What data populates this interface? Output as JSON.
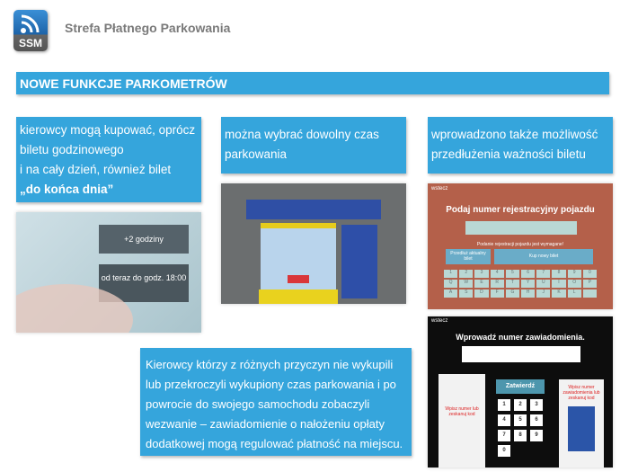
{
  "header": {
    "logo_text": "SSM",
    "title": "Strefa Płatnego Parkowania"
  },
  "section_title": "NOWE FUNKCJE PARKOMETRÓW",
  "boxes": [
    {
      "lines": [
        "kierowcy mogą kupować, oprócz",
        "biletu godzinowego",
        "i na cały dzień, również bilet"
      ],
      "bold": "„do końca dnia”"
    },
    {
      "text": "można wybrać dowolny czas parkowania"
    },
    {
      "text": "wprowadzono także możliwość przedłużenia ważności biletu"
    },
    {
      "text": "Kierowcy którzy z różnych przyczyn nie wykupili lub przekroczyli wykupiony czas parkowania i po powrocie do swojego samochodu zobaczyli wezwanie – zawiadomienie o nałożeniu opłaty dodatkowej mogą regulować płatność na miejscu."
    }
  ],
  "photo1": {
    "btn1": "+2 godziny",
    "btn2": "od teraz do godz. 18:00"
  },
  "photo3": {
    "back": "wstecz",
    "title": "Podaj numer rejestracyjny pojazdu",
    "note": "Podanie rejestracji pojazdu jest wymagane!",
    "btn_extend": "Przedłuż aktualny bilet",
    "btn_new": "Kup nowy bilet",
    "keys": [
      "1",
      "2",
      "3",
      "4",
      "5",
      "6",
      "7",
      "8",
      "9",
      "0",
      "Q",
      "W",
      "E",
      "R",
      "T",
      "Y",
      "U",
      "I",
      "O",
      "P",
      "A",
      "S",
      "D",
      "F",
      "G",
      "H",
      "J",
      "K",
      "L",
      ""
    ]
  },
  "photo4": {
    "back": "wstecz",
    "title": "Wprowadź numer zawiadomienia.",
    "confirm": "Zatwierdź",
    "keys": [
      "1",
      "2",
      "3",
      "4",
      "5",
      "6",
      "7",
      "8",
      "9",
      "0"
    ],
    "hint_left": "Wpisz numer lub zeskanuj kod",
    "hint_right": "Wpisz numer zawiadomienia lub zeskanuj kod"
  }
}
